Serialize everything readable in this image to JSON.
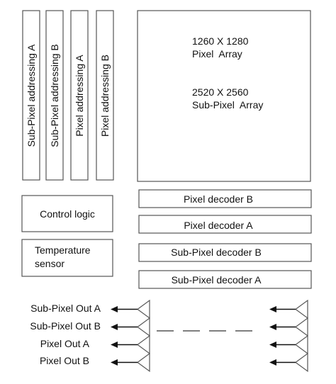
{
  "addressing": {
    "sub_pixel_a": "Sub-Pixel addressing A",
    "sub_pixel_b": "Sub-Pixel addressing B",
    "pixel_a": "Pixel addressing A",
    "pixel_b": "Pixel addressing B"
  },
  "array": {
    "pixel_dims": "1260 X 1280",
    "pixel_name": "Pixel  Array",
    "subpixel_dims": "2520 X 2560",
    "subpixel_name": "Sub-Pixel  Array"
  },
  "blocks": {
    "control_logic": "Control logic",
    "temperature_line1": "Temperature",
    "temperature_line2": "sensor"
  },
  "decoders": {
    "pixel_b": "Pixel decoder B",
    "pixel_a": "Pixel decoder A",
    "subpixel_b": "Sub-Pixel decoder B",
    "subpixel_a": "Sub-Pixel decoder A"
  },
  "outputs": {
    "subpixel_out_a": "Sub-Pixel Out A",
    "subpixel_out_b": "Sub-Pixel Out B",
    "pixel_out_a": "Pixel Out A",
    "pixel_out_b": "Pixel Out B"
  },
  "colors": {
    "stroke": "#555555",
    "text": "#111111"
  }
}
